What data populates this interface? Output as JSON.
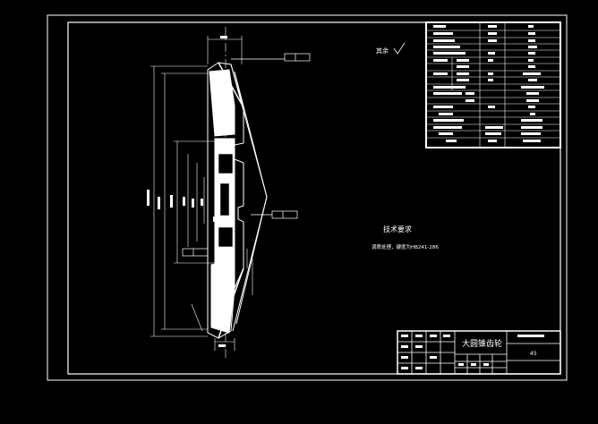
{
  "drawing": {
    "title_block": {
      "part_name": "大圆锥齿轮",
      "drawing_number": "",
      "material": "45"
    },
    "notes": {
      "heading": "技术要求",
      "line1": "调质处理，硬度为HB241-286"
    },
    "roughness_symbol": "其余"
  }
}
